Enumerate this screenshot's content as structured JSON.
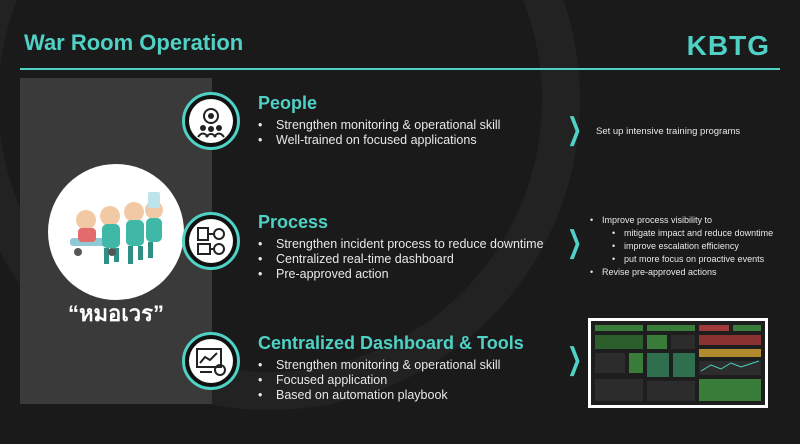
{
  "header": {
    "title": "War Room Operation",
    "logo": "KBTG"
  },
  "left_panel": {
    "label": "“หมอเวร”"
  },
  "sections": [
    {
      "title": "People",
      "icon": "people-gear-icon",
      "bullets": [
        "Strengthen monitoring & operational skill",
        "Well-trained on focused applications"
      ],
      "note": "Set up intensive training programs"
    },
    {
      "title": "Process",
      "icon": "process-flow-icon",
      "bullets": [
        "Strengthen incident process to reduce downtime",
        "Centralized real-time dashboard",
        "Pre-approved action"
      ],
      "notes": [
        {
          "text": "Improve process visibility to",
          "level": 1
        },
        {
          "text": "mitigate impact and reduce downtime",
          "level": 2
        },
        {
          "text": "improve escalation efficiency",
          "level": 2
        },
        {
          "text": "put more focus on proactive events",
          "level": 2
        },
        {
          "text": "Revise pre-approved actions",
          "level": 1
        }
      ]
    },
    {
      "title": "Centralized Dashboard & Tools",
      "icon": "dashboard-chart-icon",
      "bullets": [
        "Strengthen monitoring & operational skill",
        "Focused application",
        "Based on automation playbook"
      ]
    }
  ],
  "colors": {
    "accent": "#4fd1c5",
    "background": "#1a1a1a",
    "panel": "#3a3a3a"
  }
}
